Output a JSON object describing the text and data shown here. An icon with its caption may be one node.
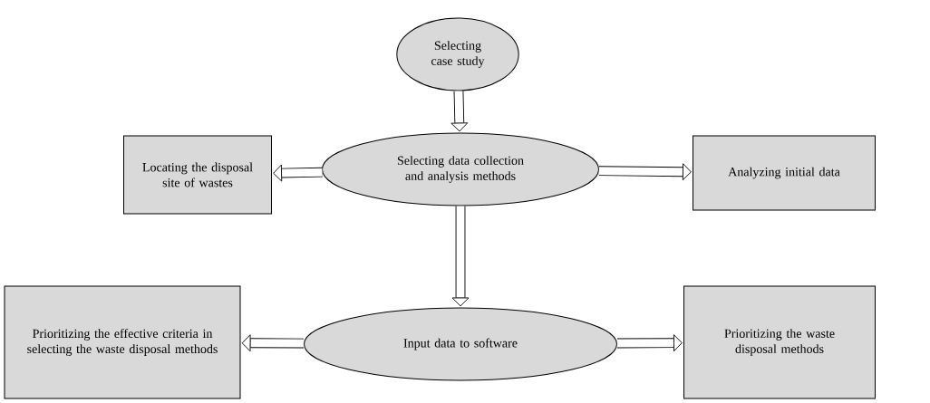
{
  "diagram": {
    "nodes": [
      {
        "text": [
          "Selecting case study"
        ]
      },
      {
        "text": [
          "Selecting data collection and analysis methods"
        ]
      },
      {
        "text": [
          "Locating the disposal site of wastes"
        ]
      },
      {
        "text": [
          "Analyzing initial data"
        ]
      },
      {
        "text": [
          "Input data to software"
        ]
      },
      {
        "text": [
          "Prioritizing the effective criteria in selecting the waste disposal methods"
        ]
      },
      {
        "text": [
          "Prioritizing the waste disposal methods"
        ]
      }
    ],
    "edges": [
      {
        "from": 0,
        "to": 1,
        "arrow": "to"
      },
      {
        "from": 1,
        "to": 2,
        "arrow": "to"
      },
      {
        "from": 1,
        "to": 3,
        "arrow": "to"
      },
      {
        "from": 1,
        "to": 4,
        "arrow": "to"
      },
      {
        "from": 4,
        "to": 5,
        "arrow": "to"
      },
      {
        "from": 4,
        "to": 6,
        "arrow": "to"
      }
    ]
  }
}
